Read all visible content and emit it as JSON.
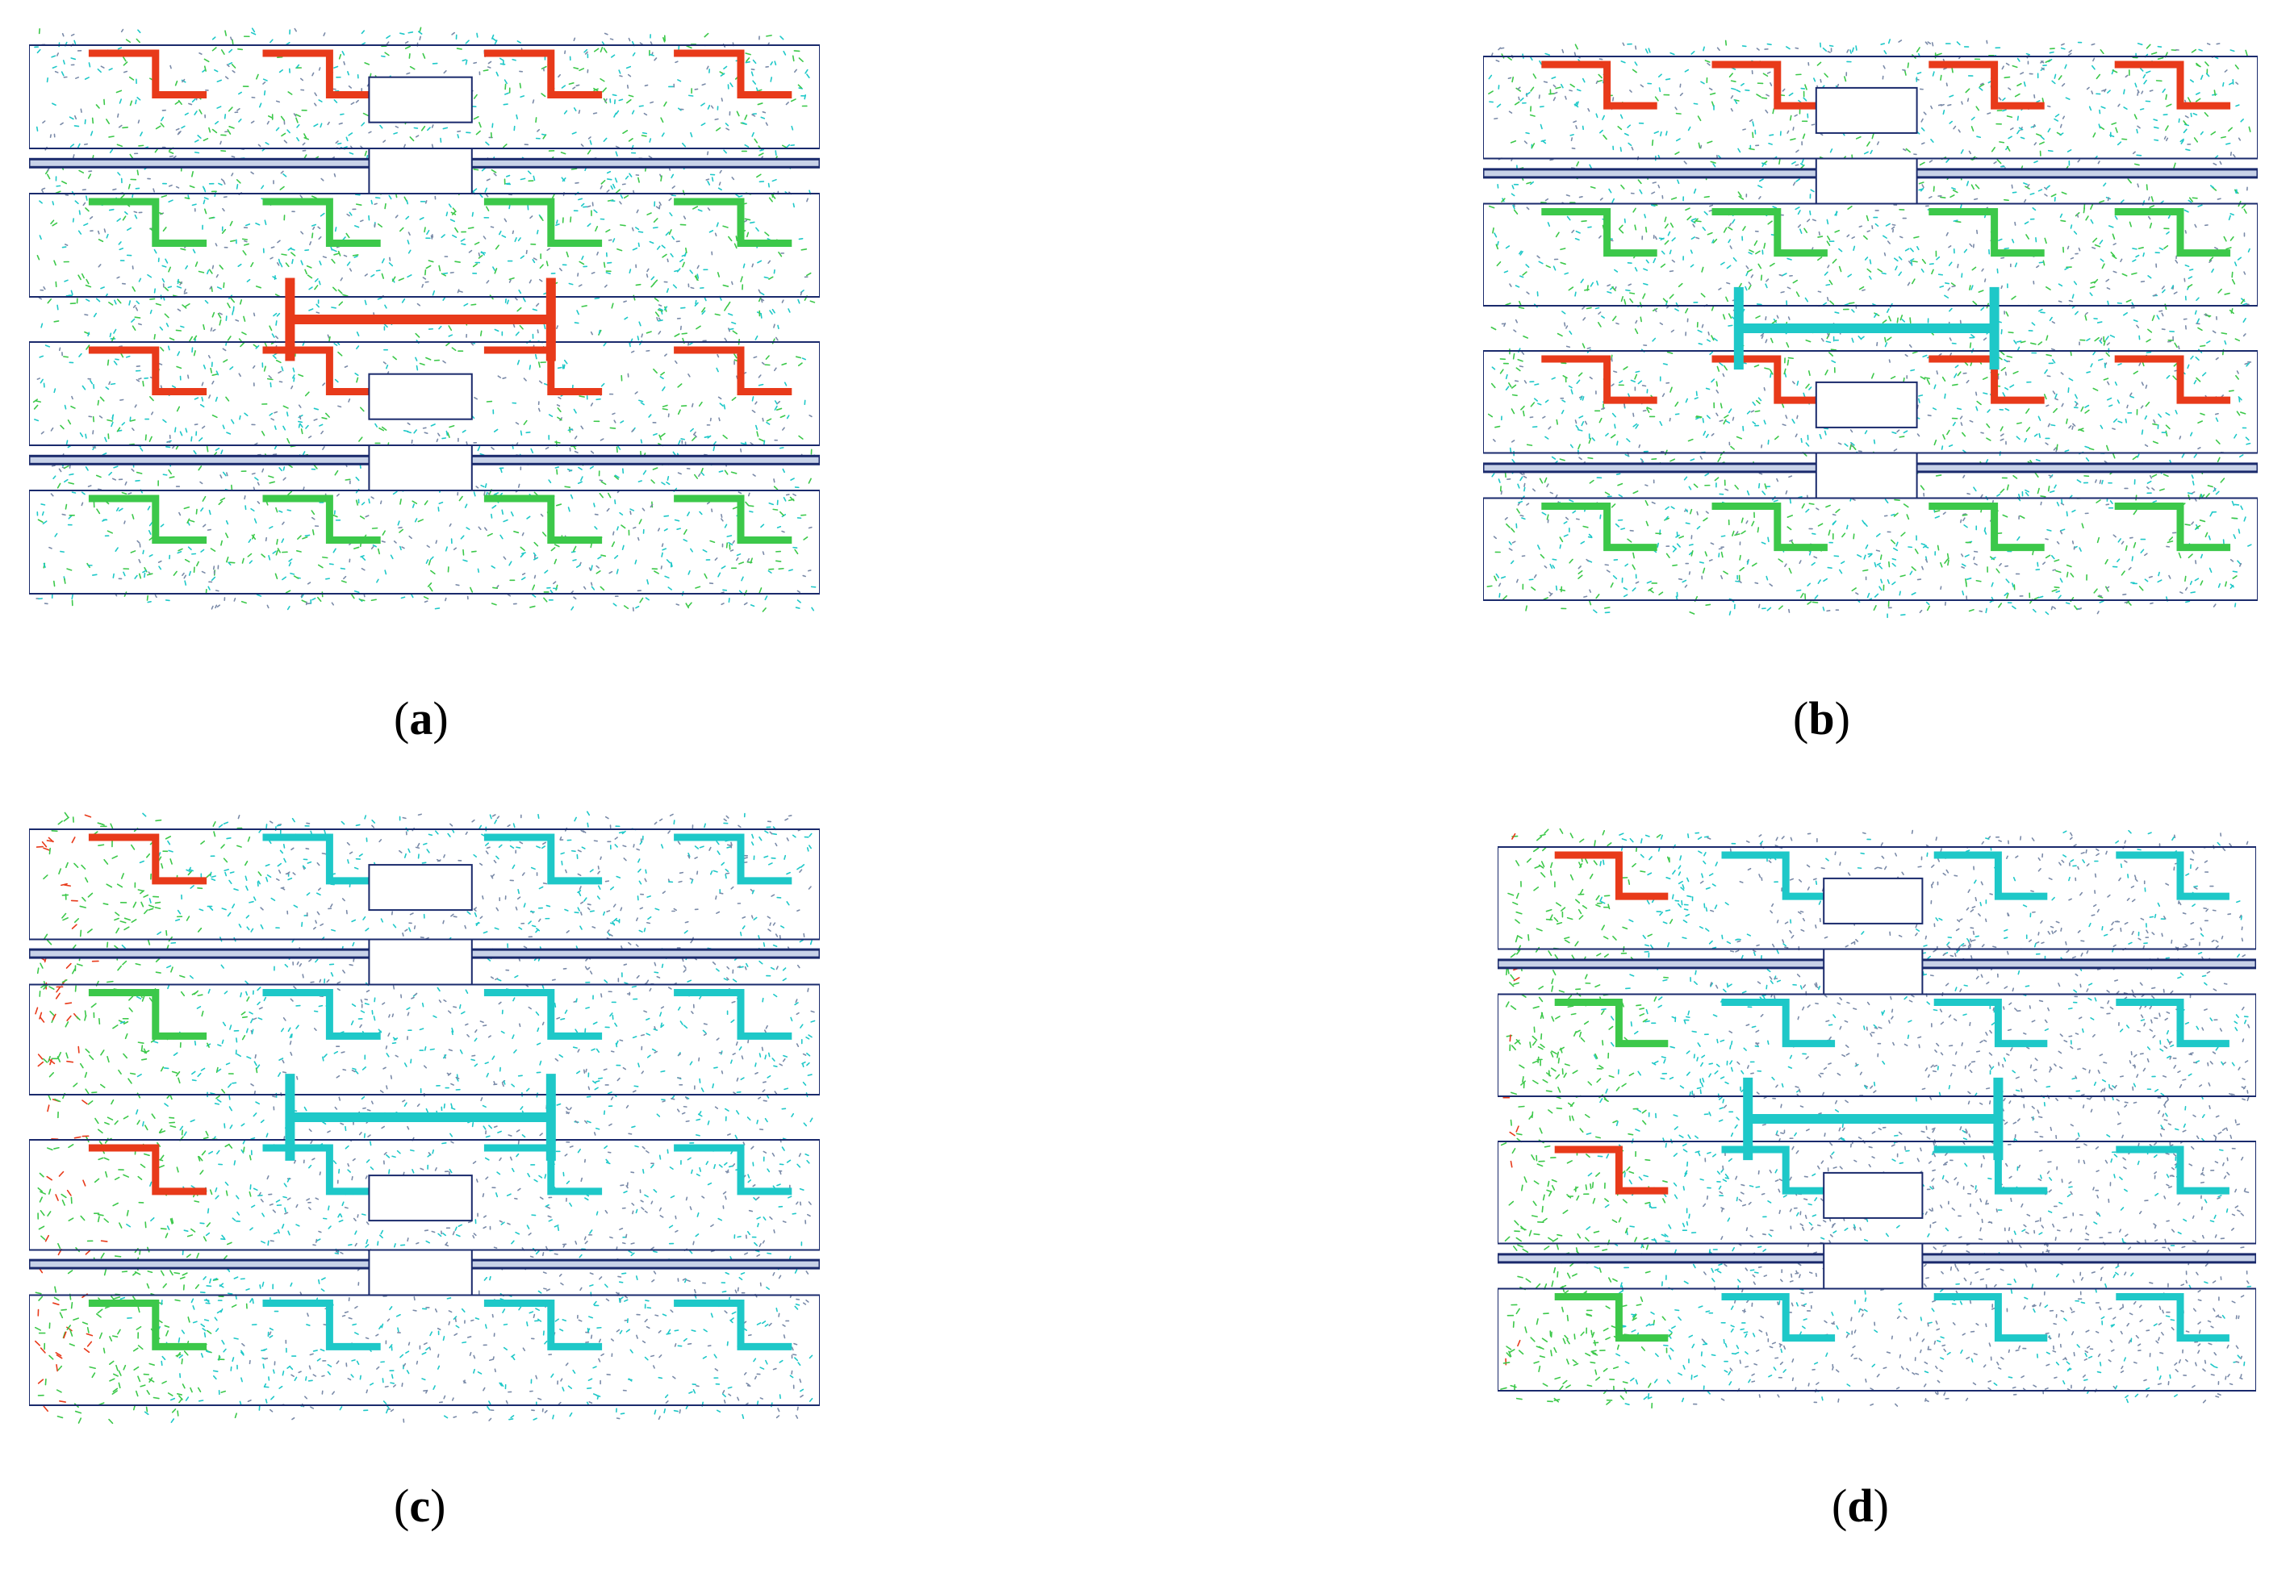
{
  "panels": [
    {
      "id": "a",
      "caption_letter": "a",
      "intensity": "high",
      "hot_side": "all"
    },
    {
      "id": "b",
      "caption_letter": "b",
      "intensity": "high",
      "hot_side": "all"
    },
    {
      "id": "c",
      "caption_letter": "c",
      "intensity": "medium",
      "hot_side": "left"
    },
    {
      "id": "d",
      "caption_letter": "d",
      "intensity": "low",
      "hot_side": "left"
    }
  ],
  "colors": {
    "outline": "#1a2a6c",
    "background": "#ffffff",
    "arrow_low": "#1ec8c8",
    "arrow_mid": "#3cc84a",
    "arrow_high": "#e83a1a",
    "slot_fill": "#ffffff"
  }
}
